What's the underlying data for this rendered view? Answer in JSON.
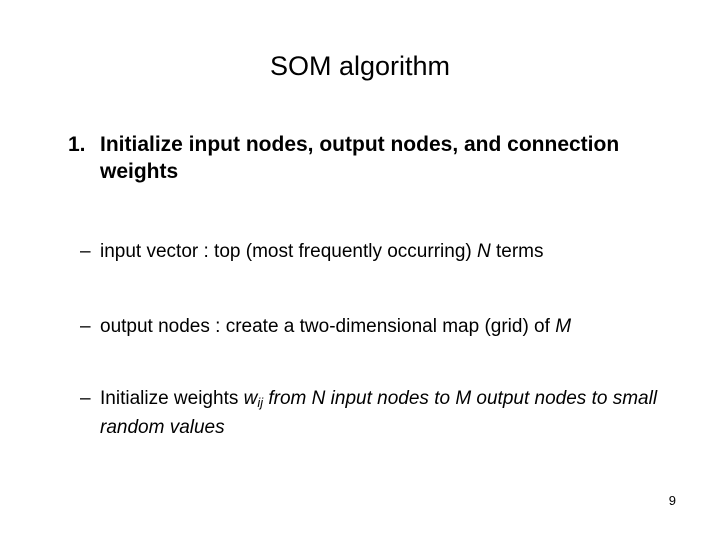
{
  "slide": {
    "title": "SOM algorithm",
    "page_number": "9",
    "background_color": "#ffffff",
    "text_color": "#000000",
    "numbered_items": [
      {
        "number": "1.",
        "text": "Initialize input nodes, output nodes, and connection weights"
      }
    ],
    "sub_items": [
      {
        "marker": "–",
        "lead": "input vector : top (most frequently occurring) ",
        "variable": "N",
        "tail": " terms",
        "tail_italic": ""
      },
      {
        "marker": "–",
        "lead": "output nodes : create a two-dimensional map (grid) of ",
        "variable": "M",
        "tail": "",
        "tail_italic": ""
      },
      {
        "marker": "–",
        "lead": "Initialize weights ",
        "variable": "w",
        "variable_subscript": "ij",
        "tail": "",
        "tail_italic": " from N input nodes to M output nodes to small random values"
      }
    ]
  }
}
